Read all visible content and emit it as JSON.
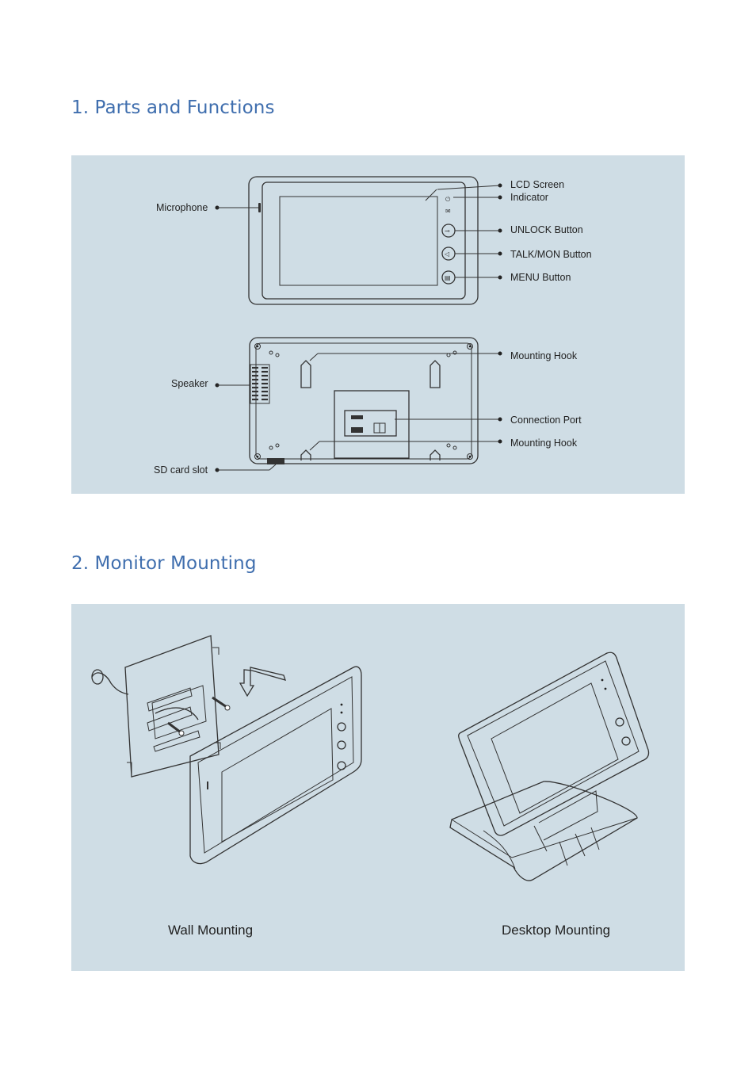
{
  "sections": {
    "parts": {
      "title": "1. Parts and Functions",
      "labels": {
        "microphone": "Microphone",
        "lcd_screen": "LCD Screen",
        "indicator": "Indicator",
        "unlock": "UNLOCK Button",
        "talk_mon": "TALK/MON Button",
        "menu": "MENU Button",
        "speaker": "Speaker",
        "mounting_hook_top": "Mounting Hook",
        "connection_port": "Connection Port",
        "mounting_hook_bottom": "Mounting Hook",
        "sd_card_slot": "SD card slot"
      }
    },
    "mounting": {
      "title": "2. Monitor Mounting",
      "wall_caption": "Wall Mounting",
      "desktop_caption": "Desktop Mounting"
    }
  },
  "colors": {
    "title": "#3f6eae",
    "panel_bg": "#cfdde5",
    "line": "#333333"
  }
}
